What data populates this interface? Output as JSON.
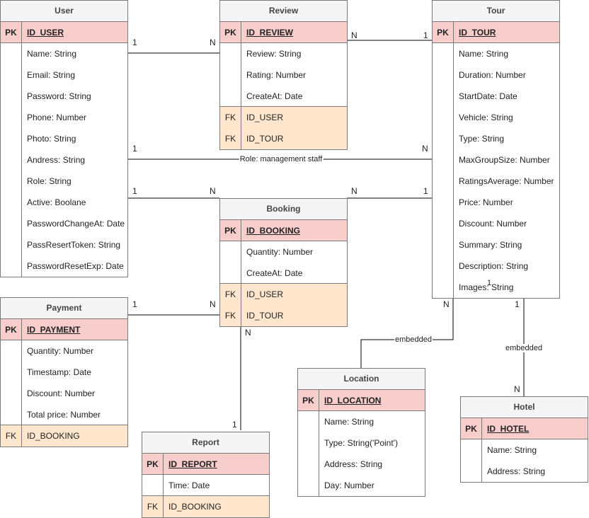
{
  "entities": {
    "user": {
      "title": "User",
      "pk": {
        "key": "PK",
        "name": "ID_USER"
      },
      "fields": [
        "Name: String",
        "Email: String",
        "Password: String",
        "Phone: Number",
        "Photo: String",
        "Andress: String",
        "Role: String",
        "Active: Boolane",
        "PasswordChangeAt: Date",
        "PassResertToken: String",
        "PasswordResetExp: Date"
      ],
      "fks": []
    },
    "review": {
      "title": "Review",
      "pk": {
        "key": "PK",
        "name": "ID_REVIEW"
      },
      "fields": [
        "Review: String",
        "Rating: Number",
        "CreateAt: Date"
      ],
      "fks": [
        {
          "key": "FK",
          "name": "ID_USER"
        },
        {
          "key": "FK",
          "name": "ID_TOUR"
        }
      ]
    },
    "tour": {
      "title": "Tour",
      "pk": {
        "key": "PK",
        "name": "ID_TOUR"
      },
      "fields": [
        "Name: String",
        "Duration: Number",
        "StartDate: Date",
        "Vehicle: String",
        "Type: String",
        "MaxGroupSize: Number",
        "RatingsAverage: Number",
        "Price: Number",
        "Discount: Number",
        "Summary: String",
        "Description: String",
        "Images: String"
      ],
      "fks": []
    },
    "booking": {
      "title": "Booking",
      "pk": {
        "key": "PK",
        "name": "ID_BOOKING"
      },
      "fields": [
        "Quantity: Number",
        "CreateAt: Date"
      ],
      "fks": [
        {
          "key": "FK",
          "name": "ID_USER"
        },
        {
          "key": "FK",
          "name": "ID_TOUR"
        }
      ]
    },
    "payment": {
      "title": "Payment",
      "pk": {
        "key": "PK",
        "name": "ID_PAYMENT"
      },
      "fields": [
        "Quantity: Number",
        "Timestamp: Date",
        "Discount: Number",
        "Total price: Number"
      ],
      "fks": [
        {
          "key": "FK",
          "name": "ID_BOOKING"
        }
      ]
    },
    "report": {
      "title": "Report",
      "pk": {
        "key": "PK",
        "name": "ID_REPORT"
      },
      "fields": [
        "Time: Date"
      ],
      "fks": [
        {
          "key": "FK",
          "name": "ID_BOOKING"
        }
      ]
    },
    "location": {
      "title": "Location",
      "pk": {
        "key": "PK",
        "name": "ID_LOCATION"
      },
      "fields": [
        "Name: String",
        "Type: String('Point')",
        "Address: String",
        "Day: Number"
      ],
      "fks": []
    },
    "hotel": {
      "title": "Hotel",
      "pk": {
        "key": "PK",
        "name": "ID_HOTEL"
      },
      "fields": [
        "Name: String",
        "Address: String"
      ],
      "fks": []
    }
  },
  "relationships": [
    {
      "id": "user-review",
      "from_card": "1",
      "to_card": "N",
      "label": ""
    },
    {
      "id": "review-tour",
      "from_card": "N",
      "to_card": "1",
      "label": ""
    },
    {
      "id": "user-tour-staff",
      "from_card": "1",
      "to_card": "N",
      "label": "Role: management staff"
    },
    {
      "id": "user-booking",
      "from_card": "1",
      "to_card": "N",
      "label": ""
    },
    {
      "id": "booking-tour",
      "from_card": "N",
      "to_card": "1",
      "label": ""
    },
    {
      "id": "payment-booking",
      "from_card": "1",
      "to_card": "N",
      "label": ""
    },
    {
      "id": "booking-report",
      "from_card": "N",
      "to_card": "1",
      "label": ""
    },
    {
      "id": "tour-location",
      "from_card": "N",
      "to_card": "",
      "label": "embedded"
    },
    {
      "id": "tour-hotel",
      "from_card": "1",
      "to_card": "N",
      "label": "embedded"
    }
  ],
  "stray_label": "1"
}
